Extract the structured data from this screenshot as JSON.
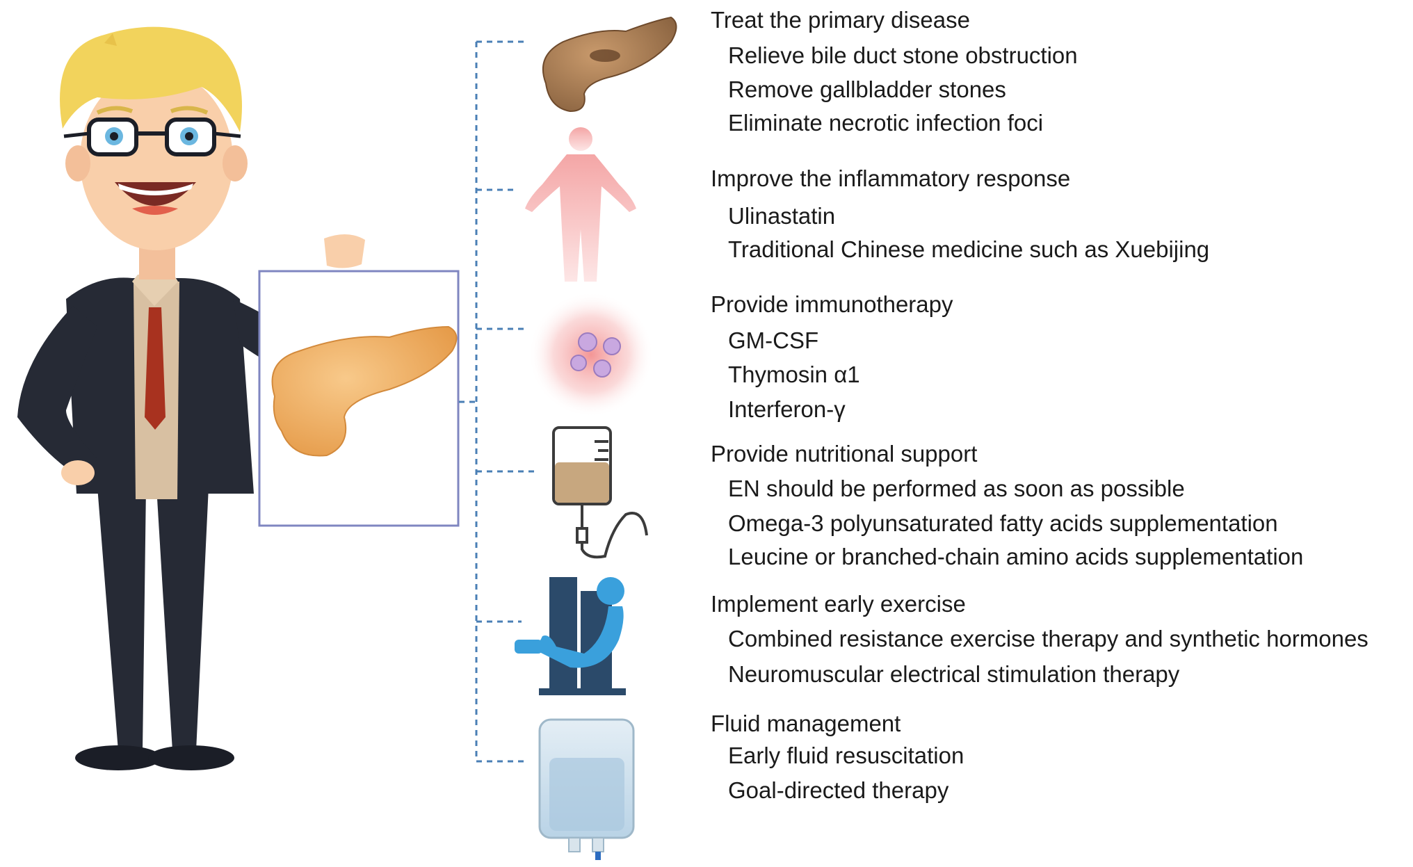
{
  "sections": [
    {
      "title": "Treat the primary disease",
      "icon": "pancreas-icon",
      "items": [
        "Relieve bile duct stone obstruction",
        "Remove gallbladder stones",
        "Eliminate necrotic infection foci"
      ]
    },
    {
      "title": "Improve the inflammatory response",
      "icon": "human-body-icon",
      "items": [
        "Ulinastatin",
        "Traditional Chinese medicine such as Xuebijing"
      ]
    },
    {
      "title": "Provide immunotherapy",
      "icon": "immune-cells-icon",
      "items": [
        "GM-CSF",
        "Thymosin α1",
        "Interferon-γ"
      ]
    },
    {
      "title": "Provide nutritional support",
      "icon": "nutrition-bag-icon",
      "items": [
        "EN should be performed as soon as possible",
        "Omega-3 polyunsaturated fatty acids supplementation",
        "Leucine or branched-chain amino acids supplementation"
      ]
    },
    {
      "title": "Implement early exercise",
      "icon": "exercise-machine-icon",
      "items": [
        "Combined resistance exercise therapy and synthetic hormones",
        "Neuromuscular electrical stimulation therapy"
      ]
    },
    {
      "title": "Fluid management",
      "icon": "iv-fluid-bag-icon",
      "items": [
        "Early fluid resuscitation",
        "Goal-directed therapy"
      ]
    }
  ],
  "colors": {
    "connector": "#4a7fb5",
    "suit": "#262a35",
    "hair": "#f2d35c",
    "skin": "#f9cfaa",
    "pancreas": "#f0b060",
    "tie": "#a8321f",
    "board_border": "#7f86c0"
  }
}
